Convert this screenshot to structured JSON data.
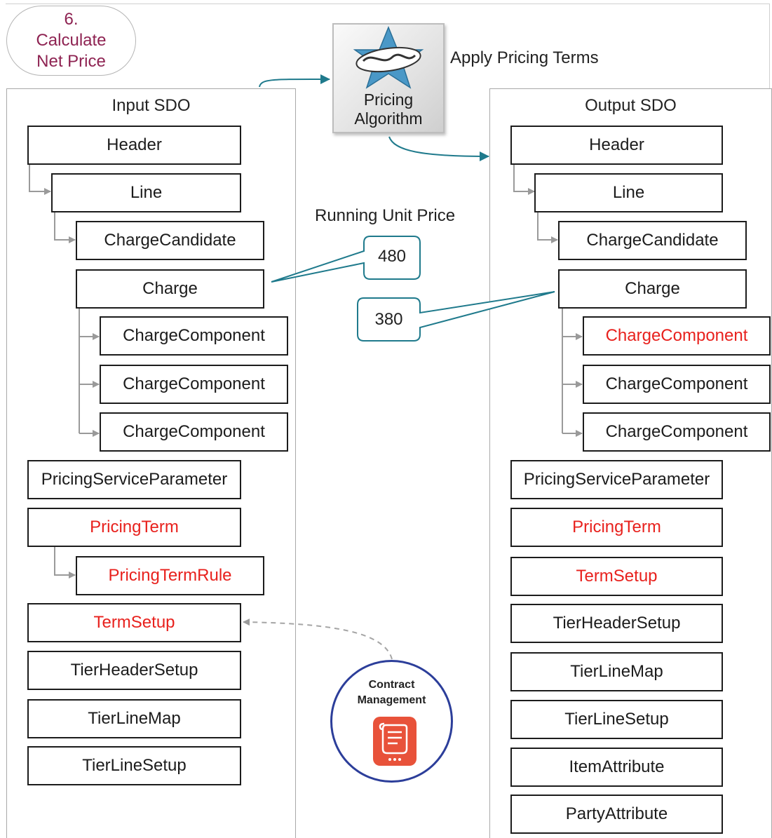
{
  "step": {
    "label": "6.\nCalculate\nNet Price"
  },
  "algorithm": {
    "logo": "groovy-logo",
    "label": "Pricing\nAlgorithm",
    "caption": "Apply Pricing Terms"
  },
  "running_price": {
    "label": "Running Unit Price",
    "input_value": "480",
    "output_value": "380"
  },
  "input_sdo": {
    "title": "Input SDO",
    "boxes": [
      {
        "label": "Header",
        "highlight": false
      },
      {
        "label": "Line",
        "highlight": false
      },
      {
        "label": "ChargeCandidate",
        "highlight": false
      },
      {
        "label": "Charge",
        "highlight": false
      },
      {
        "label": "ChargeComponent",
        "highlight": false
      },
      {
        "label": "ChargeComponent",
        "highlight": false
      },
      {
        "label": "ChargeComponent",
        "highlight": false
      },
      {
        "label": "PricingServiceParameter",
        "highlight": false
      },
      {
        "label": "PricingTerm",
        "highlight": true
      },
      {
        "label": "PricingTermRule",
        "highlight": true
      },
      {
        "label": "TermSetup",
        "highlight": true
      },
      {
        "label": "TierHeaderSetup",
        "highlight": false
      },
      {
        "label": "TierLineMap",
        "highlight": false
      },
      {
        "label": "TierLineSetup",
        "highlight": false
      }
    ]
  },
  "output_sdo": {
    "title": "Output SDO",
    "boxes": [
      {
        "label": "Header",
        "highlight": false
      },
      {
        "label": "Line",
        "highlight": false
      },
      {
        "label": "ChargeCandidate",
        "highlight": false
      },
      {
        "label": "Charge",
        "highlight": false
      },
      {
        "label": "ChargeComponent",
        "highlight": true
      },
      {
        "label": "ChargeComponent",
        "highlight": false
      },
      {
        "label": "ChargeComponent",
        "highlight": false
      },
      {
        "label": "PricingServiceParameter",
        "highlight": false
      },
      {
        "label": "PricingTerm",
        "highlight": true
      },
      {
        "label": "TermSetup",
        "highlight": true
      },
      {
        "label": "TierHeaderSetup",
        "highlight": false
      },
      {
        "label": "TierLineMap",
        "highlight": false
      },
      {
        "label": "TierLineSetup",
        "highlight": false
      },
      {
        "label": "ItemAttribute",
        "highlight": false
      },
      {
        "label": "PartyAttribute",
        "highlight": false
      }
    ]
  },
  "contract_management": {
    "label": "Contract\nManagement",
    "icon": "scroll-icon"
  },
  "colors": {
    "highlight_text": "#e8211d",
    "step_text": "#8e2352",
    "flow_arrow": "#1f7a8c",
    "contract_border": "#2c3e9a",
    "contract_icon_bg": "#e8523a"
  }
}
